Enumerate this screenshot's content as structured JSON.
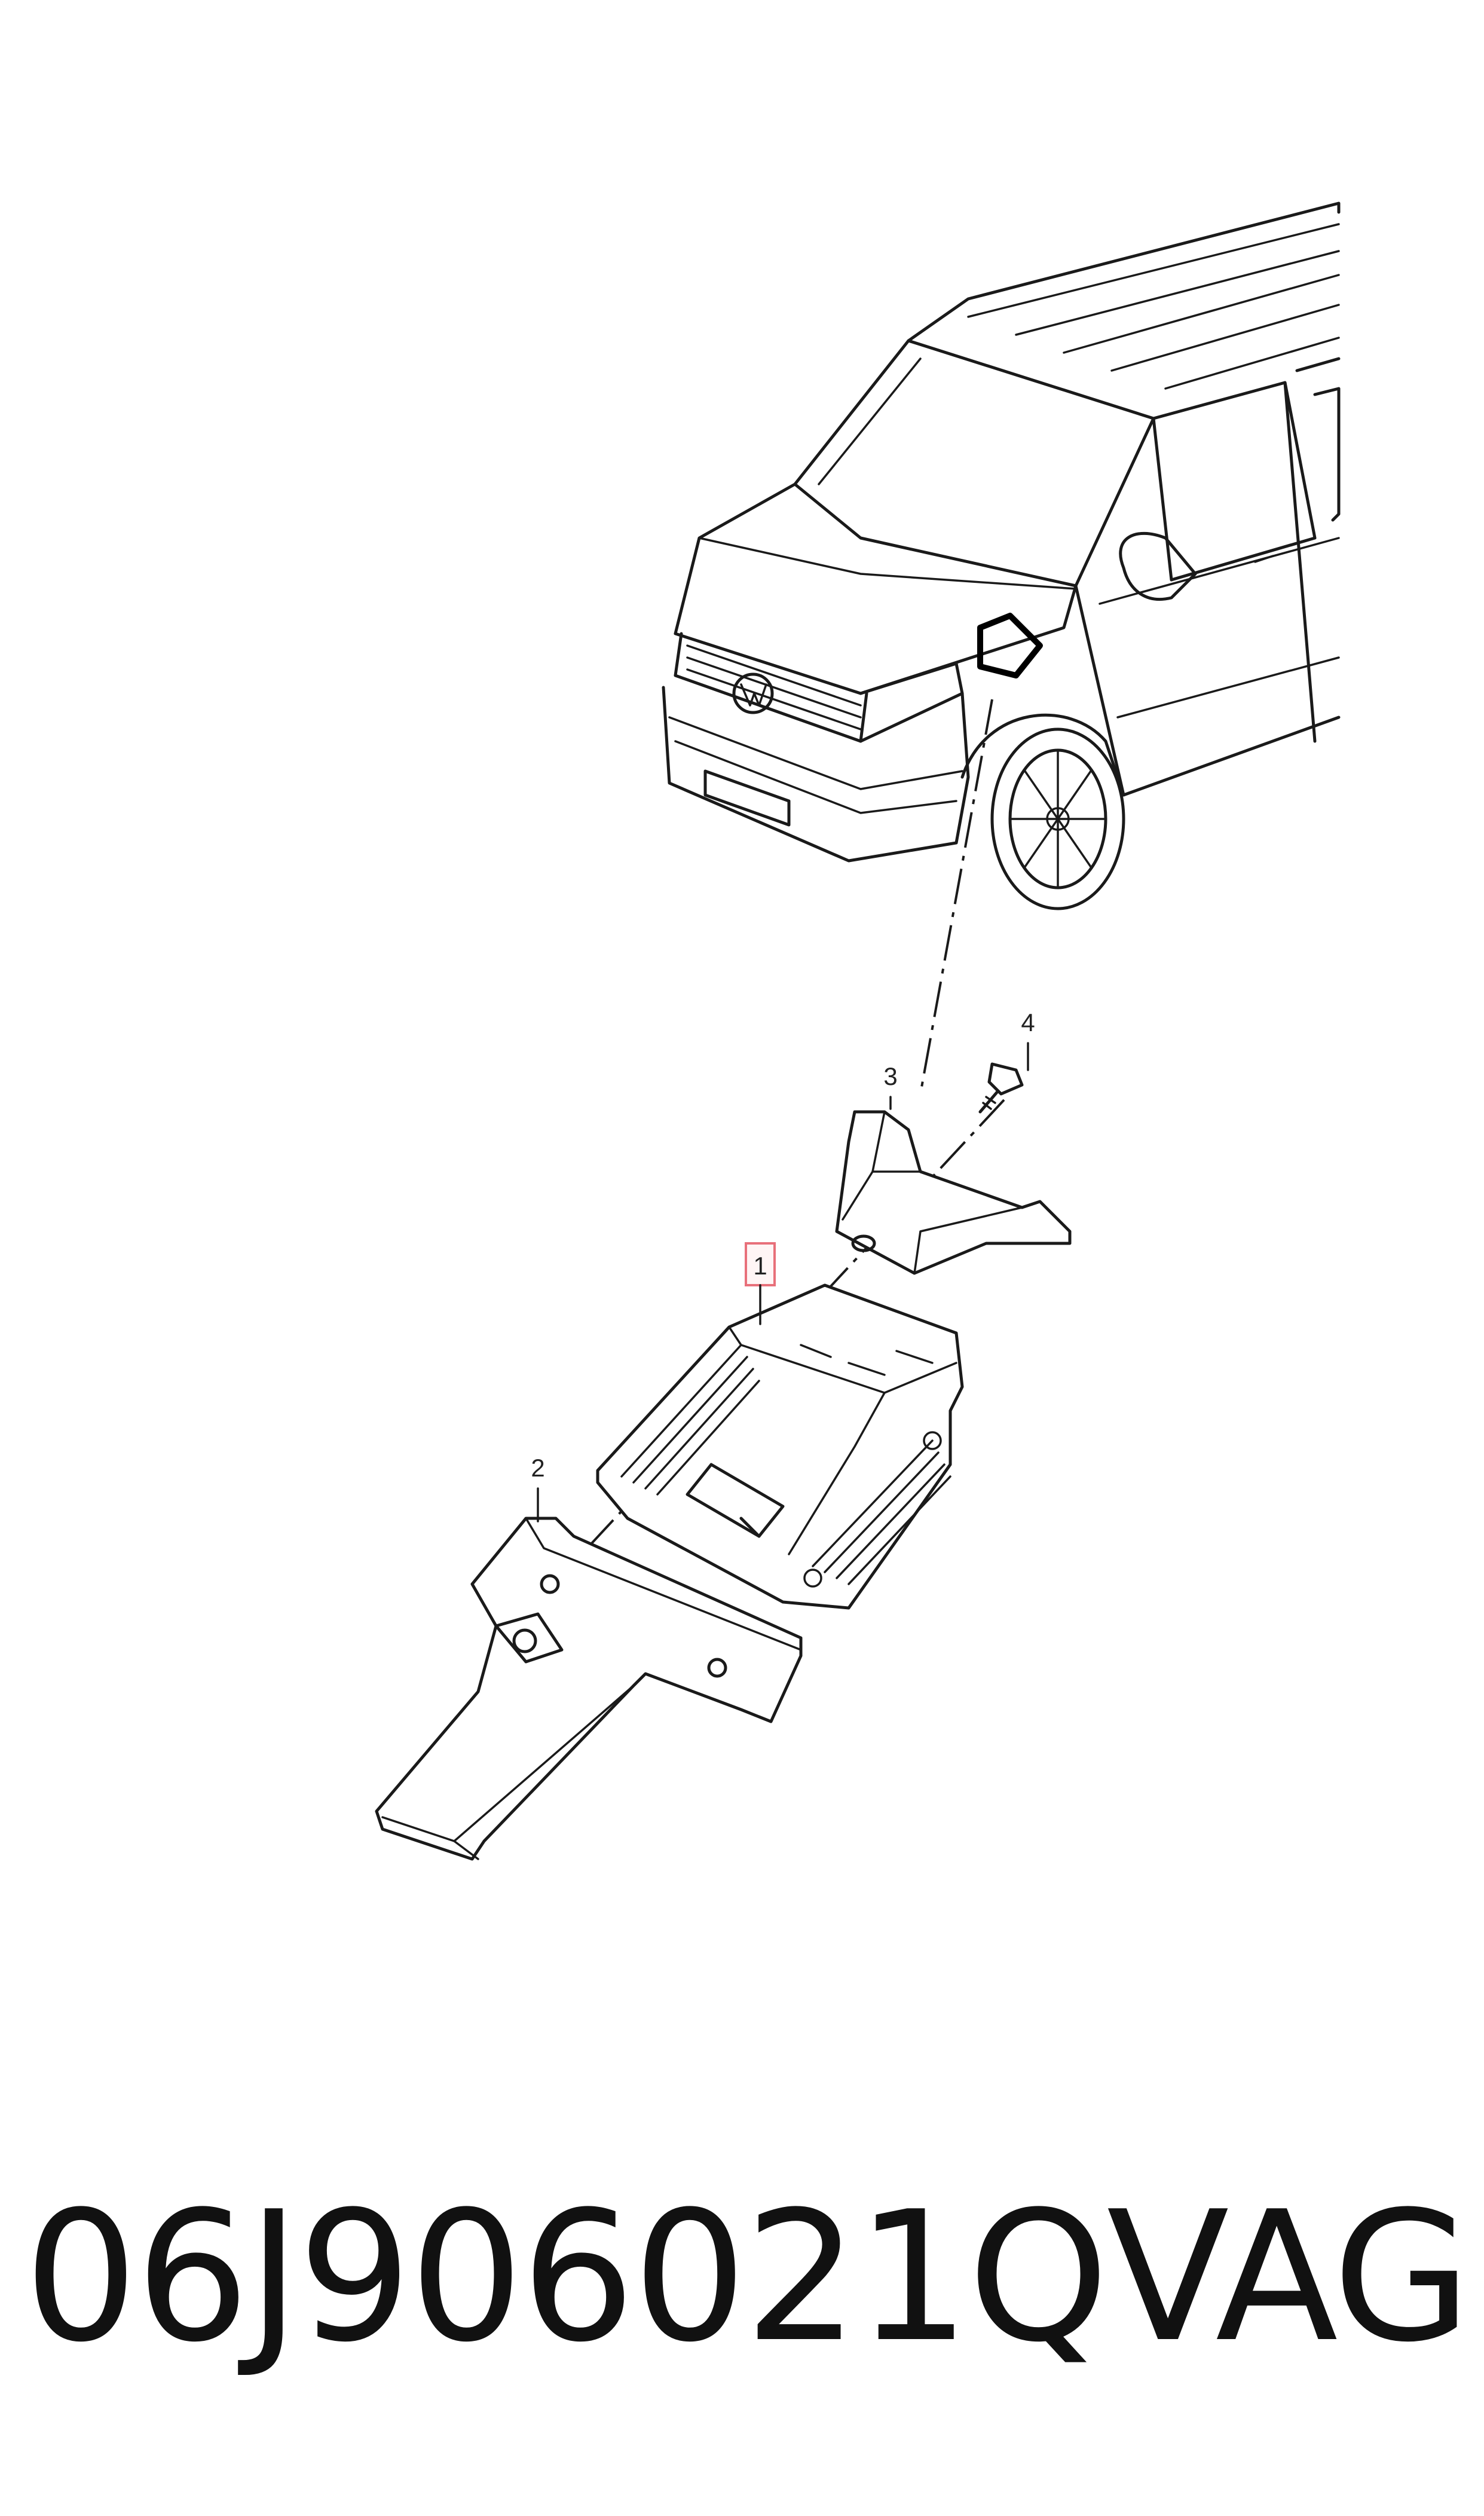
{
  "callouts": [
    {
      "id": "1",
      "label": "1",
      "highlighted": true
    },
    {
      "id": "2",
      "label": "2",
      "highlighted": false
    },
    {
      "id": "3",
      "label": "3",
      "highlighted": false
    },
    {
      "id": "4",
      "label": "4",
      "highlighted": false
    }
  ],
  "footer": {
    "part_number": "06J906021Q",
    "brand": "VAG"
  },
  "colors": {
    "line": "#1a1a1a",
    "highlight_border": "#e8707a",
    "highlight_fill": "#fff5f5"
  }
}
